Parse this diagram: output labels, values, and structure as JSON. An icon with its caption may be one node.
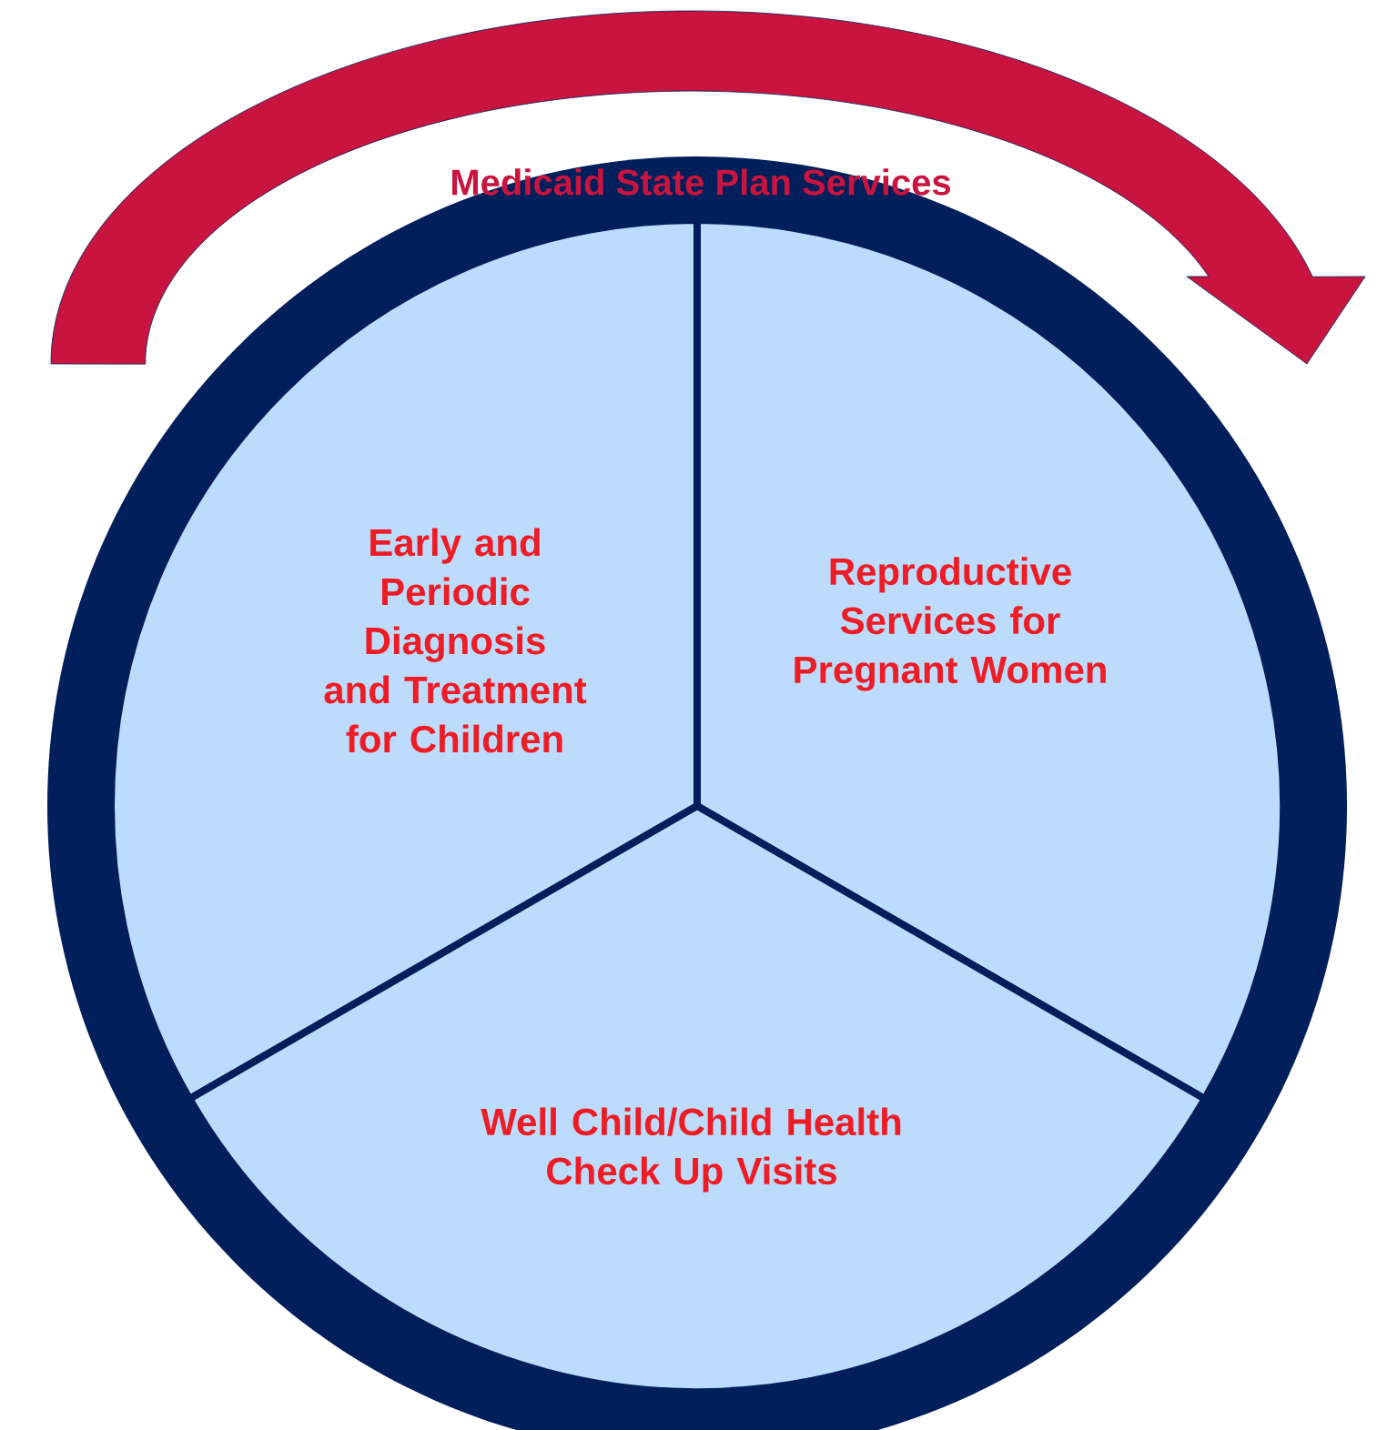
{
  "diagram": {
    "title": "Medicaid State Plan Services",
    "nodes": [
      {
        "text": [
          "Early and Periodic Diagnosis and Treatment for Children"
        ]
      },
      {
        "text": [
          "Reproductive Services for Pregnant Women"
        ]
      },
      {
        "text": [
          "Well Child/Child Health Check Up Visits"
        ]
      }
    ]
  }
}
